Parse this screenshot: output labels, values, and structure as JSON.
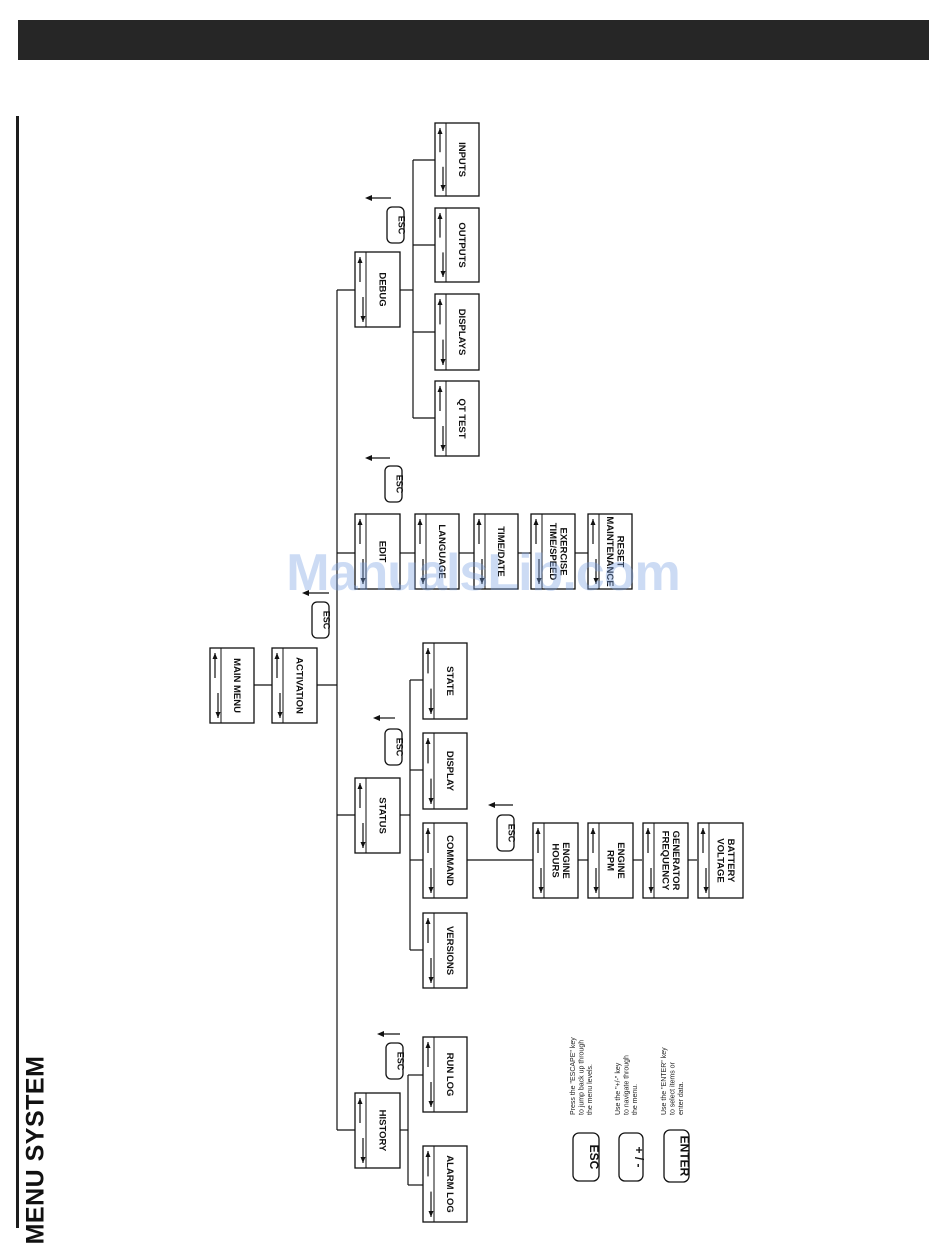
{
  "page": {
    "title": "MENU SYSTEM",
    "watermark": "ManualsLib.com"
  },
  "escape_label": "ESC",
  "menu": {
    "main": "MAIN MENU",
    "activation": "ACTIVATION",
    "history": {
      "label": "HISTORY",
      "children": [
        "ALARM LOG",
        "RUN LOG"
      ]
    },
    "status": {
      "label": "STATUS",
      "children": [
        "STATE",
        "DISPLAY",
        "COMMAND",
        "VERSIONS"
      ]
    },
    "display_items": [
      "ENGINE\nHOURS",
      "ENGINE\nRPM",
      "GENERATOR\nFREQUENCY",
      "BATTERY\nVOLTAGE"
    ],
    "edit": {
      "label": "EDIT",
      "children": [
        "LANGUAGE",
        "TIME/DATE",
        "EXERCISE\nTIME/SPEED",
        "RESET\nMAINTENANCE"
      ]
    },
    "debug": {
      "label": "DEBUG",
      "children": [
        "INPUTS",
        "OUTPUTS",
        "DISPLAYS",
        "QT TEST"
      ]
    }
  },
  "legend": [
    {
      "key": "ESC",
      "lines": [
        "Press the \"ESCAPE\" key",
        "to jump back up through",
        "the menu levels."
      ]
    },
    {
      "key": "+ / -",
      "lines": [
        "Use the \"+/-\" key",
        "to navigate through",
        "the menu."
      ]
    },
    {
      "key": "ENTER",
      "lines": [
        "Use the \"ENTER\" key",
        "to select items or",
        "enter data."
      ]
    }
  ]
}
